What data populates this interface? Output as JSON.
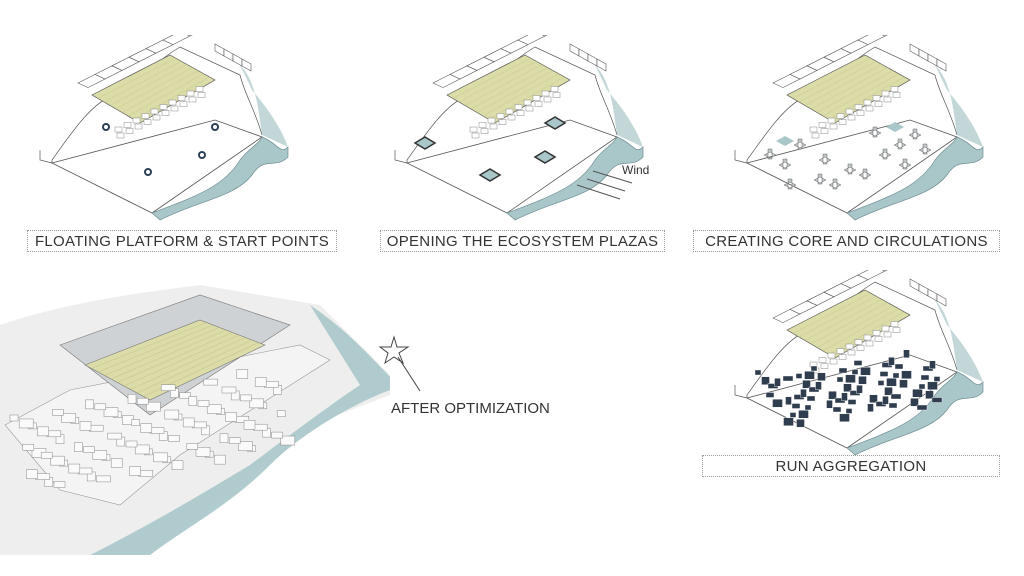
{
  "steps": [
    {
      "label": "FLOATING PLATFORM & START POINTS"
    },
    {
      "label": "OPENING THE ECOSYSTEM PLAZAS"
    },
    {
      "label": "CREATING CORE AND CIRCULATIONS"
    },
    {
      "label": "RUN AGGREGATION"
    }
  ],
  "wind_label": "Wind",
  "result_label": "AFTER OPTIMIZATION",
  "colors": {
    "field": "#dcdca8",
    "water": "#a9c6c9",
    "water_dark": "#6f8f94",
    "marker": "#2b3f55",
    "core": "#bfc6c9",
    "module_dark": "#2f3d4f",
    "line": "#555555"
  }
}
